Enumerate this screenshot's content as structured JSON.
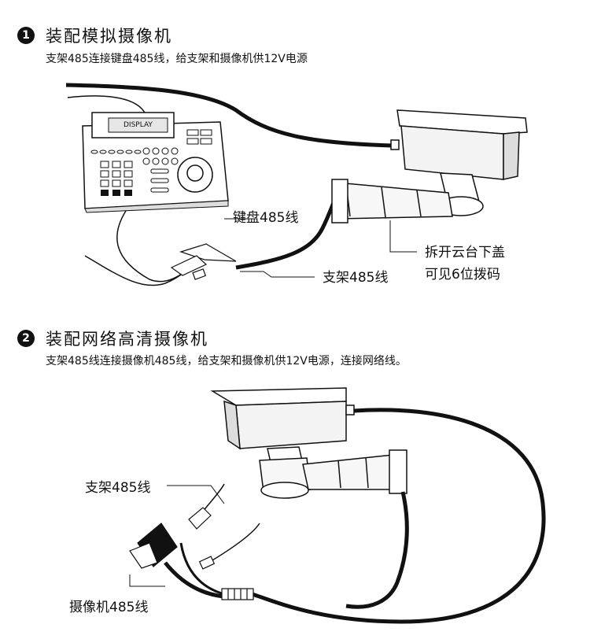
{
  "section1": {
    "badge": "1",
    "title": "装配模拟摄像机",
    "desc": "支架485连接键盘485线，给支架和摄像机供12V电源",
    "keyboard_display": "DISPLAY",
    "label_keyboard": "键盘485线",
    "label_bracket": "支架485线",
    "label_dip_line1": "拆开云台下盖",
    "label_dip_line2": "可见6位拨码"
  },
  "section2": {
    "badge": "2",
    "title": "装配网络高清摄像机",
    "desc": "支架485线连接摄像机485线，给支架和摄像机供12V电源，连接网络线。",
    "label_bracket": "支架485线",
    "label_camera": "摄像机485线"
  }
}
